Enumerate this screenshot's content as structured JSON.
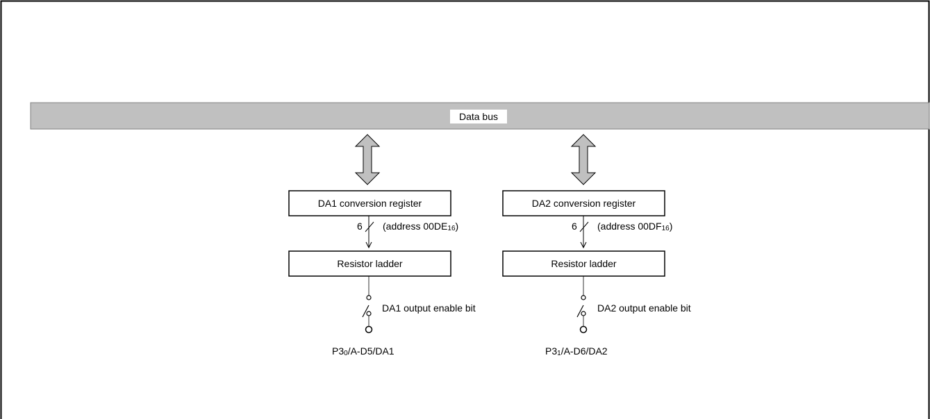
{
  "data_bus": {
    "label": "Data bus"
  },
  "channels": [
    {
      "register_label": "DA1 conversion register",
      "width_label": "6",
      "address_prefix": "(address 00DE",
      "address_sub": "16",
      "address_suffix": ")",
      "ladder_label": "Resistor ladder",
      "switch_label": "DA1 output enable bit",
      "pin_prefix": "P3",
      "pin_sub": "0",
      "pin_suffix": "/A-D5/DA1"
    },
    {
      "register_label": "DA2 conversion register",
      "width_label": "6",
      "address_prefix": "(address 00DF",
      "address_sub": "16",
      "address_suffix": ")",
      "ladder_label": "Resistor ladder",
      "switch_label": "DA2 output enable bit",
      "pin_prefix": "P3",
      "pin_sub": "1",
      "pin_suffix": "/A-D6/DA2"
    }
  ],
  "colors": {
    "bus_fill": "#c0c0c0",
    "arrow_fill": "#c0c0c0",
    "line": "#000000"
  }
}
